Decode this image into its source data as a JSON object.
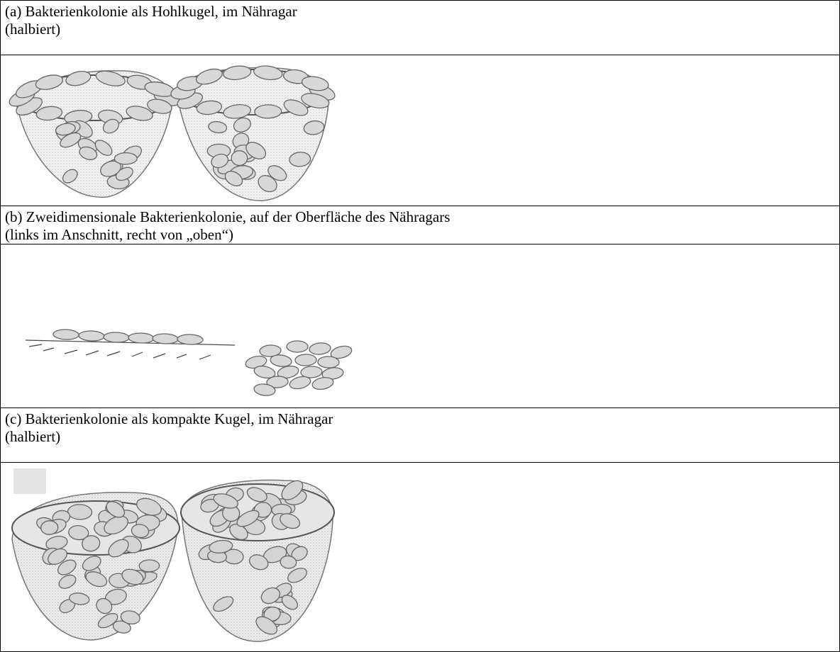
{
  "sections": [
    {
      "caption_line1": "(a) Bakterienkolonie als Hohlkugel, im Nähragar",
      "caption_line2": "(halbiert)",
      "figure": "hollow-sphere-halves-sketch"
    },
    {
      "caption_line1": "(b) Zweidimensionale Bakterienkolonie, auf der Oberfläche des Nähragars",
      "caption_line2": "(links im Anschnitt, recht von „oben“)",
      "figure": "flat-colony-sketch"
    },
    {
      "caption_line1": "(c) Bakterienkolonie als kompakte Kugel, im Nähragar",
      "caption_line2": "(halbiert)",
      "figure": "compact-sphere-halves-sketch"
    }
  ]
}
